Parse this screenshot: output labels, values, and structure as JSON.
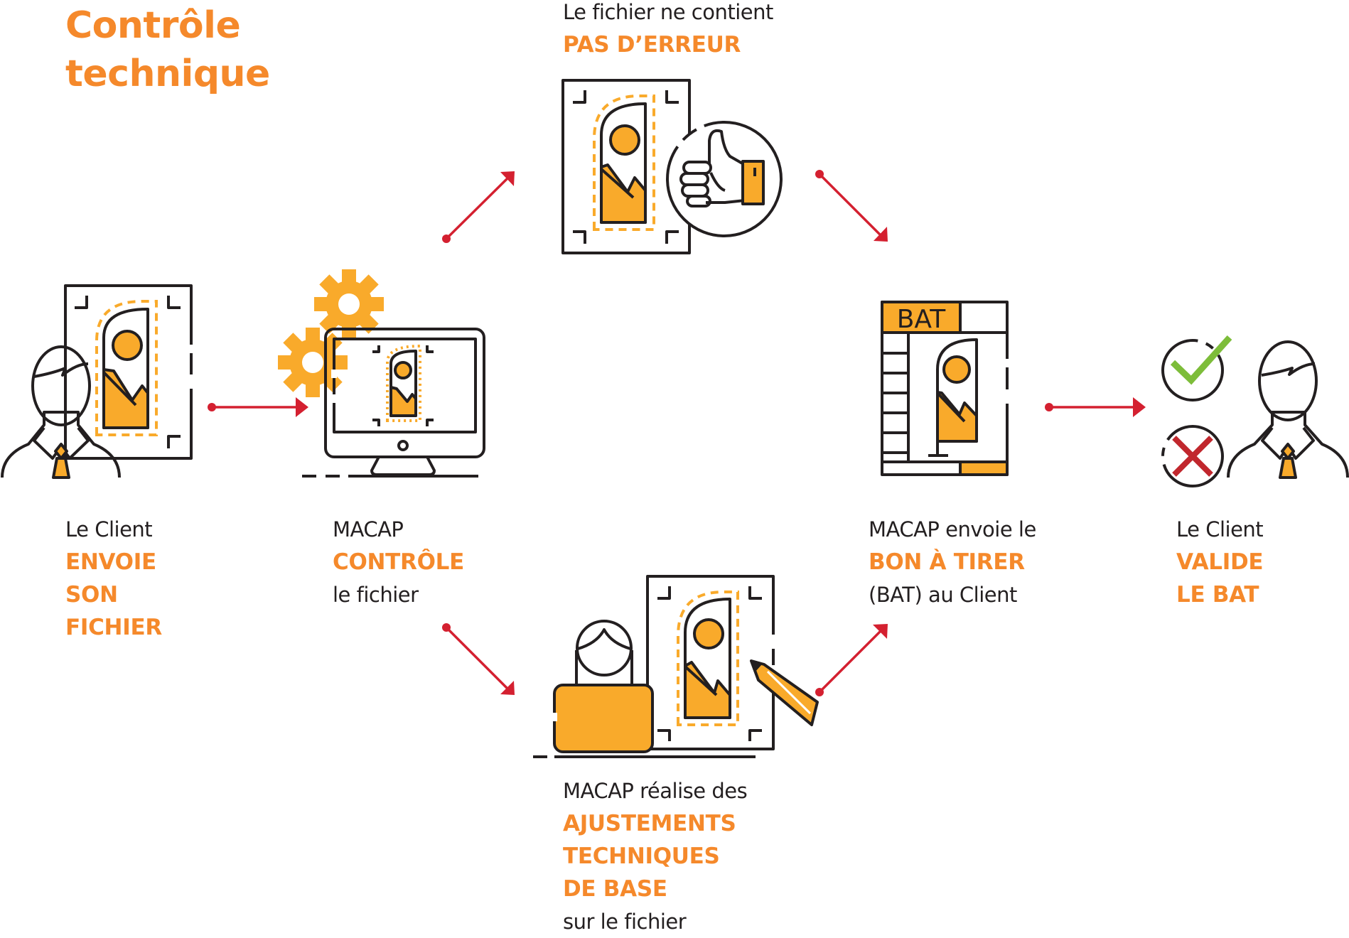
{
  "title": {
    "line1": "Contrôle",
    "line2": "technique"
  },
  "colors": {
    "accent": "#f5892b",
    "icon_fill": "#f9aa2b",
    "arrow": "#d42030",
    "text": "#231f20",
    "check": "#7dbd3a",
    "cross": "#c1272d"
  },
  "steps": [
    {
      "id": "client-sends",
      "lines": [
        {
          "text": "Le Client",
          "style": "plain"
        },
        {
          "text": "ENVOIE",
          "style": "bold"
        },
        {
          "text": "SON",
          "style": "bold"
        },
        {
          "text": "FICHIER",
          "style": "bold"
        }
      ],
      "icon": "client-with-document-icon"
    },
    {
      "id": "macap-checks",
      "lines": [
        {
          "text": "MACAP",
          "style": "plain"
        },
        {
          "text": "CONTRÔLE",
          "style": "bold"
        },
        {
          "text": "le fichier",
          "style": "plain"
        }
      ],
      "icon": "monitor-gears-icon"
    },
    {
      "id": "no-error",
      "lines": [
        {
          "text": "Le fichier ne contient",
          "style": "plain"
        },
        {
          "text": "PAS D’ERREUR",
          "style": "bold"
        }
      ],
      "icon": "document-thumbs-up-icon"
    },
    {
      "id": "adjustments",
      "lines": [
        {
          "text": "MACAP réalise des",
          "style": "plain"
        },
        {
          "text": "AJUSTEMENTS",
          "style": "bold"
        },
        {
          "text": "TECHNIQUES",
          "style": "bold"
        },
        {
          "text": "DE BASE",
          "style": "bold"
        },
        {
          "text": "sur le fichier",
          "style": "plain"
        }
      ],
      "icon": "designer-editing-document-icon"
    },
    {
      "id": "send-bat",
      "lines": [
        {
          "text": "MACAP envoie le",
          "style": "plain"
        },
        {
          "text": "BON À TIRER",
          "style": "bold"
        },
        {
          "text": "(BAT) au Client",
          "style": "plain"
        }
      ],
      "icon": "bat-document-icon",
      "icon_label": "BAT"
    },
    {
      "id": "client-validates",
      "lines": [
        {
          "text": "Le Client",
          "style": "plain"
        },
        {
          "text": "VALIDE",
          "style": "bold"
        },
        {
          "text": "LE BAT",
          "style": "bold"
        }
      ],
      "icon": "client-check-cross-icon"
    }
  ],
  "flow": [
    {
      "from": "client-sends",
      "to": "macap-checks"
    },
    {
      "from": "macap-checks",
      "to": "no-error"
    },
    {
      "from": "macap-checks",
      "to": "adjustments"
    },
    {
      "from": "no-error",
      "to": "send-bat"
    },
    {
      "from": "adjustments",
      "to": "send-bat"
    },
    {
      "from": "send-bat",
      "to": "client-validates"
    }
  ]
}
